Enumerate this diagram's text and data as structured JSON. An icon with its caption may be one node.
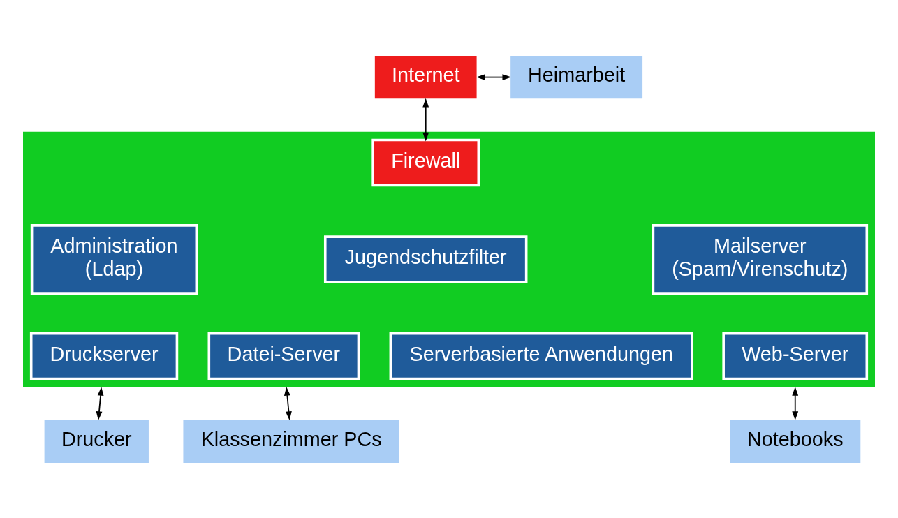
{
  "diagram": {
    "nodes": [
      {
        "text": [
          "Internet"
        ]
      },
      {
        "text": [
          "Heimarbeit"
        ]
      },
      {
        "text": [],
        "shape": "box"
      },
      {
        "text": [
          "Firewall"
        ],
        "in": 2
      },
      {
        "text": [
          "Jugendschutzfilter"
        ],
        "in": 2
      },
      {
        "text": [
          "Administration",
          "(Ldap)"
        ],
        "in": 2
      },
      {
        "text": [
          "Mailserver",
          "(Spam/Virenschutz)"
        ],
        "in": 2
      },
      {
        "text": [
          "Druckserver"
        ],
        "in": 2
      },
      {
        "text": [
          "Datei-Server"
        ],
        "in": 2
      },
      {
        "text": [
          "Serverbasierte Anwendungen"
        ],
        "in": 2
      },
      {
        "text": [
          "Web-Server"
        ],
        "in": 2
      },
      {
        "text": [
          "Drucker"
        ]
      },
      {
        "text": [
          "Klassenzimmer PCs"
        ]
      },
      {
        "text": [
          "Notebooks"
        ]
      }
    ],
    "edges": [
      {
        "from": 0,
        "to": 1,
        "arrow": "both"
      },
      {
        "from": 0,
        "to": 3,
        "arrow": "both"
      },
      {
        "from": 2,
        "to": 11,
        "arrow": "both"
      },
      {
        "from": 2,
        "to": 12,
        "arrow": "both"
      },
      {
        "from": 2,
        "to": 13,
        "arrow": "both"
      }
    ]
  }
}
